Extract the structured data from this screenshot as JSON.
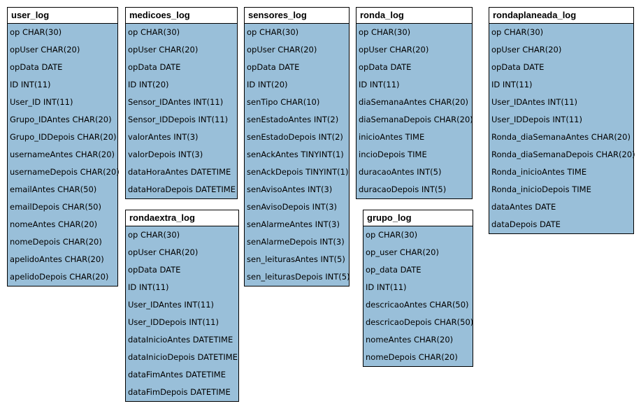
{
  "diagram": {
    "colors": {
      "field_background": "#99bfd9",
      "header_background": "#ffffff",
      "border": "#000000"
    },
    "tables": [
      {
        "name": "user_log",
        "fields": [
          "op CHAR(30)",
          "opUser CHAR(20)",
          "opData DATE",
          "ID INT(11)",
          "User_ID INT(11)",
          "Grupo_IDAntes CHAR(20)",
          "Grupo_IDDepois CHAR(20)",
          "usernameAntes CHAR(20)",
          "usernameDepois CHAR(20)",
          "emailAntes CHAR(50)",
          "emailDepois CHAR(50)",
          "nomeAntes CHAR(20)",
          "nomeDepois CHAR(20)",
          "apelidoAntes CHAR(20)",
          "apelidoDepois CHAR(20)"
        ]
      },
      {
        "name": "medicoes_log",
        "fields": [
          "op CHAR(30)",
          "opUser CHAR(20)",
          "opData DATE",
          "ID INT(20)",
          "Sensor_IDAntes INT(11)",
          "Sensor_IDDepois INT(11)",
          "valorAntes INT(3)",
          "valorDepois INT(3)",
          "dataHoraAntes DATETIME",
          "dataHoraDepois DATETIME"
        ]
      },
      {
        "name": "rondaextra_log",
        "fields": [
          "op CHAR(30)",
          "opUser CHAR(20)",
          "opData DATE",
          "ID INT(11)",
          "User_IDAntes INT(11)",
          "User_IDDepois INT(11)",
          "dataInicioAntes DATETIME",
          "dataInicioDepois DATETIME",
          "dataFimAntes DATETIME",
          "dataFimDepois DATETIME"
        ]
      },
      {
        "name": "sensores_log",
        "fields": [
          "op CHAR(30)",
          "opUser CHAR(20)",
          "opData DATE",
          "ID INT(20)",
          "senTipo CHAR(10)",
          "senEstadoAntes INT(2)",
          "senEstadoDepois INT(2)",
          "senAckAntes TINYINT(1)",
          "senAckDepois TINYINT(1)",
          "senAvisoAntes INT(3)",
          "senAvisoDepois INT(3)",
          "senAlarmeAntes INT(3)",
          "senAlarmeDepois INT(3)",
          "sen_leiturasAntes INT(5)",
          "sen_leiturasDepois INT(5)"
        ]
      },
      {
        "name": "ronda_log",
        "fields": [
          "op CHAR(30)",
          "opUser CHAR(20)",
          "opData DATE",
          "ID INT(11)",
          "diaSemanaAntes CHAR(20)",
          "diaSemanaDepois CHAR(20)",
          "inicioAntes TIME",
          "incioDepois TIME",
          "duracaoAntes INT(5)",
          "duracaoDepois INT(5)"
        ]
      },
      {
        "name": "grupo_log",
        "fields": [
          "op CHAR(30)",
          "op_user CHAR(20)",
          "op_data DATE",
          "ID INT(11)",
          "descricaoAntes CHAR(50)",
          "descricaoDepois CHAR(50)",
          "nomeAntes CHAR(20)",
          "nomeDepois CHAR(20)"
        ]
      },
      {
        "name": "rondaplaneada_log",
        "fields": [
          "op CHAR(30)",
          "opUser CHAR(20)",
          "opData DATE",
          "ID INT(11)",
          "User_IDAntes INT(11)",
          "User_IDDepois INT(11)",
          "Ronda_diaSemanaAntes CHAR(20)",
          "Ronda_diaSemanaDepois CHAR(20)",
          "Ronda_inicioAntes TIME",
          "Ronda_inicioDepois TIME",
          "dataAntes DATE",
          "dataDepois DATE"
        ]
      }
    ]
  }
}
